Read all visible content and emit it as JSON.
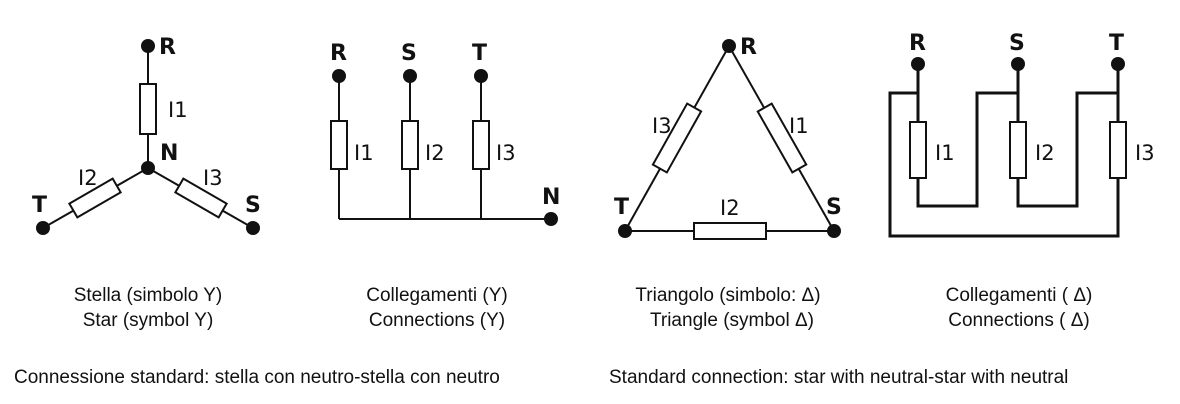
{
  "terminals": {
    "r": "R",
    "s": "S",
    "t": "T",
    "n": "N"
  },
  "components": {
    "i1": "I1",
    "i2": "I2",
    "i3": "I3"
  },
  "captions": {
    "star": {
      "it": "Stella (simbolo Y)",
      "en": "Star (symbol Y)"
    },
    "star_connections": {
      "it": "Collegamenti (Y)",
      "en": "Connections (Y)"
    },
    "triangle": {
      "it": "Triangolo (simbolo: Δ)",
      "en": "Triangle (symbol Δ)"
    },
    "triangle_connections": {
      "it": "Collegamenti ( Δ)",
      "en": "Connections ( Δ)"
    }
  },
  "footer": {
    "left": "Connessione standard: stella con neutro-stella con neutro",
    "right": "Standard connection: star with neutral-star with neutral"
  },
  "colors": {
    "ink": "#111111",
    "background": "#ffffff"
  }
}
